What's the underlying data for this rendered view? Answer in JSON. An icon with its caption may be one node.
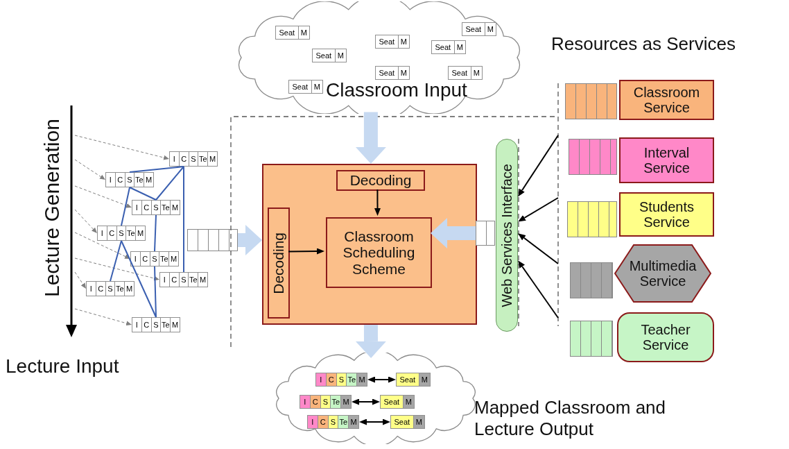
{
  "diagram": {
    "nodes": [
      {
        "text": [
          "Classroom Input"
        ]
      },
      {
        "text": [
          "Seat",
          "M"
        ],
        "in": 0
      },
      {
        "text": [
          "Seat",
          "M"
        ],
        "in": 0
      },
      {
        "text": [
          "Seat",
          "M"
        ],
        "in": 0
      },
      {
        "text": [
          "Seat",
          "M"
        ],
        "in": 0
      },
      {
        "text": [
          "Seat",
          "M"
        ],
        "in": 0
      },
      {
        "text": [
          "Seat",
          "M"
        ],
        "in": 0
      },
      {
        "text": [
          "Seat",
          "M"
        ],
        "in": 0
      },
      {
        "text": [
          "Seat",
          "M"
        ],
        "in": 0
      },
      {
        "text": [
          "I",
          "C",
          "S",
          "Te",
          "M"
        ]
      },
      {
        "text": [
          "I",
          "C",
          "S",
          "Te",
          "M"
        ]
      },
      {
        "text": [
          "I",
          "C",
          "S",
          "Te",
          "M"
        ]
      },
      {
        "text": [
          "I",
          "C",
          "S",
          "Te",
          "M"
        ]
      },
      {
        "text": [
          "I",
          "C",
          "S",
          "Te",
          "M"
        ]
      },
      {
        "text": [
          "I",
          "C",
          "S",
          "Te",
          "M"
        ]
      },
      {
        "text": [
          "I",
          "C",
          "S",
          "Te",
          "M"
        ]
      },
      {
        "text": [
          "I",
          "C",
          "S",
          "Te",
          "M"
        ]
      },
      {
        "text": [],
        "shape": "bar"
      },
      {
        "text": [],
        "shape": "box"
      },
      {
        "text": [
          "Decoding"
        ],
        "in": 18
      },
      {
        "text": [
          "Decoding"
        ],
        "in": 18
      },
      {
        "text": [
          "Classroom Scheduling Scheme"
        ],
        "in": 18
      },
      {
        "text": [],
        "shape": "bar"
      },
      {
        "text": [
          "Web Services Interface"
        ]
      },
      {
        "text": [],
        "shape": "bar"
      },
      {
        "text": [
          "Classroom Service"
        ]
      },
      {
        "text": [],
        "shape": "bar"
      },
      {
        "text": [
          "Interval Service"
        ]
      },
      {
        "text": [],
        "shape": "bar"
      },
      {
        "text": [
          "Students Service"
        ]
      },
      {
        "text": [],
        "shape": "bar"
      },
      {
        "text": [
          "Multimedia Service"
        ]
      },
      {
        "text": [],
        "shape": "bar"
      },
      {
        "text": [
          "Teacher Service"
        ]
      },
      {
        "text": [],
        "shape": "cloud"
      },
      {
        "text": [
          "I",
          "C",
          "S",
          "Te",
          "M"
        ],
        "in": 34
      },
      {
        "text": [
          "Seat",
          "M"
        ],
        "in": 34
      },
      {
        "text": [
          "I",
          "C",
          "S",
          "Te",
          "M"
        ],
        "in": 34
      },
      {
        "text": [
          "Seat",
          "M"
        ],
        "in": 34
      },
      {
        "text": [
          "I",
          "C",
          "S",
          "Te",
          "M"
        ],
        "in": 34
      },
      {
        "text": [
          "Seat",
          "M"
        ],
        "in": 34
      }
    ],
    "edges": [
      {
        "from": null,
        "to": 9,
        "arrow": "to",
        "style": "dashed",
        "color": "#808080"
      },
      {
        "from": null,
        "to": 10,
        "arrow": "to",
        "style": "dashed",
        "color": "#808080"
      },
      {
        "from": null,
        "to": 11,
        "arrow": "to",
        "style": "dashed",
        "color": "#808080"
      },
      {
        "from": null,
        "to": 12,
        "arrow": "to",
        "style": "dashed",
        "color": "#808080"
      },
      {
        "from": null,
        "to": 13,
        "arrow": "to",
        "style": "dashed",
        "color": "#808080"
      },
      {
        "from": null,
        "to": 14,
        "arrow": "to",
        "style": "dashed",
        "color": "#808080"
      },
      {
        "from": null,
        "to": 15,
        "arrow": "to",
        "style": "dashed",
        "color": "#808080"
      },
      {
        "from": null,
        "to": 16,
        "arrow": "to",
        "style": "dashed",
        "color": "#808080"
      },
      {
        "from": 9,
        "to": 10,
        "arrow": "none",
        "color": "#3a5fb0"
      },
      {
        "from": 9,
        "to": 11,
        "arrow": "none",
        "color": "#3a5fb0"
      },
      {
        "from": 9,
        "to": 15,
        "arrow": "none",
        "color": "#3a5fb0"
      },
      {
        "from": 10,
        "to": 11,
        "arrow": "none",
        "color": "#3a5fb0"
      },
      {
        "from": 10,
        "to": 12,
        "arrow": "none",
        "color": "#3a5fb0"
      },
      {
        "from": 11,
        "to": 13,
        "arrow": "none",
        "color": "#3a5fb0"
      },
      {
        "from": 12,
        "to": 14,
        "arrow": "none",
        "color": "#3a5fb0"
      },
      {
        "from": 12,
        "to": 16,
        "arrow": "none",
        "color": "#3a5fb0"
      },
      {
        "from": 13,
        "to": 16,
        "arrow": "none",
        "color": "#3a5fb0"
      },
      {
        "from": 0,
        "to": 18,
        "arrow": "to",
        "style": "thick",
        "color": "#c6d9f1"
      },
      {
        "from": 17,
        "to": 18,
        "arrow": "to",
        "style": "thick",
        "color": "#c6d9f1"
      },
      {
        "from": 22,
        "to": 21,
        "arrow": "to",
        "style": "thick",
        "color": "#c6d9f1"
      },
      {
        "from": 19,
        "to": 21,
        "arrow": "to",
        "color": "#000000"
      },
      {
        "from": 20,
        "to": 21,
        "arrow": "to",
        "color": "#000000"
      },
      {
        "from": null,
        "to": 23,
        "arrow": "to",
        "color": "#000000"
      },
      {
        "from": null,
        "to": 23,
        "arrow": "to",
        "color": "#000000"
      },
      {
        "from": null,
        "to": 23,
        "arrow": "to",
        "color": "#000000"
      },
      {
        "from": null,
        "to": 23,
        "arrow": "to",
        "color": "#000000"
      },
      {
        "from": 18,
        "to": 34,
        "arrow": "to",
        "style": "thick",
        "color": "#c6d9f1"
      },
      {
        "from": 35,
        "to": 36,
        "arrow": "both",
        "color": "#000000"
      },
      {
        "from": 37,
        "to": 38,
        "arrow": "both",
        "color": "#000000"
      },
      {
        "from": 39,
        "to": 40,
        "arrow": "both",
        "color": "#000000"
      }
    ],
    "labels": [
      "Resources as Services",
      "Lecture Generation",
      "Lecture Input",
      "Mapped Classroom and Lecture Output"
    ]
  }
}
